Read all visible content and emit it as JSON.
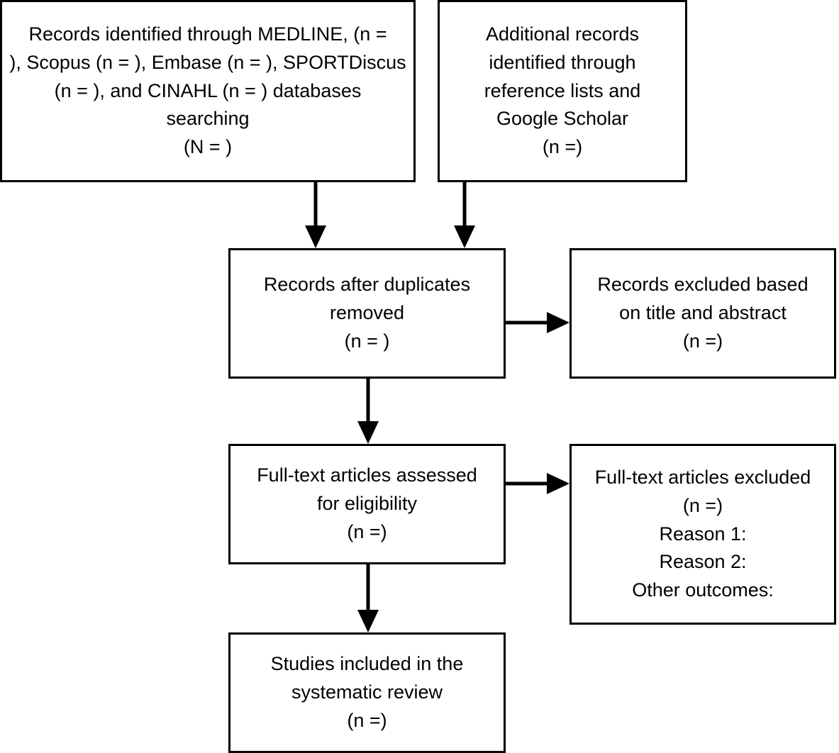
{
  "diagram": {
    "title": "PRISMA flow diagram",
    "type": "flowchart",
    "background_color": "#ffffff",
    "line_color": "#000000",
    "text_color": "#000000"
  },
  "boxes": {
    "identified_databases": {
      "lines": [
        "Records identified through MEDLINE, (n =",
        "), Scopus (n = ), Embase (n = ), SPORTDiscus",
        "(n = ), and CINAHL (n = ) databases",
        "searching",
        "(N = )"
      ]
    },
    "identified_additional": {
      "lines": [
        "Additional records",
        "identified through",
        "reference lists and",
        "Google Scholar",
        "(n =)"
      ]
    },
    "duplicates_removed": {
      "lines": [
        "Records after duplicates",
        "removed",
        "(n = )"
      ]
    },
    "records_excluded": {
      "lines": [
        "Records excluded based",
        "on title and abstract",
        "(n =)"
      ]
    },
    "fulltext_assessed": {
      "lines": [
        "Full-text articles assessed",
        "for eligibility",
        "(n =)"
      ]
    },
    "fulltext_excluded": {
      "lines": [
        "Full-text articles excluded",
        "(n =)",
        "Reason 1:",
        "Reason 2:",
        "Other outcomes:"
      ]
    },
    "studies_included": {
      "lines": [
        "Studies included in the",
        "systematic review",
        "(n =)"
      ]
    }
  },
  "connectors": [
    {
      "name": "databases-to-duplicates",
      "direction": "down"
    },
    {
      "name": "additional-to-duplicates",
      "direction": "down"
    },
    {
      "name": "duplicates-to-excluded",
      "direction": "right"
    },
    {
      "name": "duplicates-to-fulltext",
      "direction": "down"
    },
    {
      "name": "fulltext-to-excluded",
      "direction": "right"
    },
    {
      "name": "fulltext-to-included",
      "direction": "down"
    }
  ]
}
